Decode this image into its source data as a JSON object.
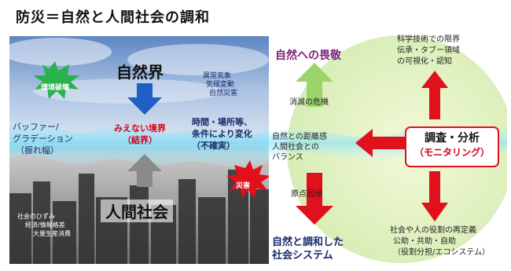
{
  "title": "防災＝自然と人間社会の調和",
  "left": {
    "nature_label": "自然界",
    "abnormal": [
      "異常気象",
      "気候変動",
      "自然災害"
    ],
    "env_destruction": "環境破壊",
    "buffer": [
      "バッファー/",
      "グラデーション",
      "（振れ幅）"
    ],
    "invisible_boundary": [
      "みえない境界",
      "（結界）"
    ],
    "time_place": [
      "時間・場所等、",
      "条件により変化",
      "（不確実）"
    ],
    "disaster": "災害",
    "society_label": "人間社会",
    "society_distortion": [
      "社会のひずみ",
      "経済/情報格差",
      "大量生産消費"
    ]
  },
  "right": {
    "awe": "自然への畏敬",
    "extinction": "消滅の危機",
    "distance": [
      "自然との距離感",
      "人間社会との",
      "バランス"
    ],
    "origin_return": "原点回帰",
    "harmony": [
      "自然と調和した",
      "社会システム"
    ],
    "survey": [
      "調査・分析",
      "（モニタリング）"
    ],
    "science": [
      "科学技術での限界",
      "伝承・タブー領域",
      "の可視化・認知"
    ],
    "roles": [
      "社会や人の役割の再定義",
      "公助・共助・自助",
      "（役割分担/エコシステム）"
    ]
  }
}
